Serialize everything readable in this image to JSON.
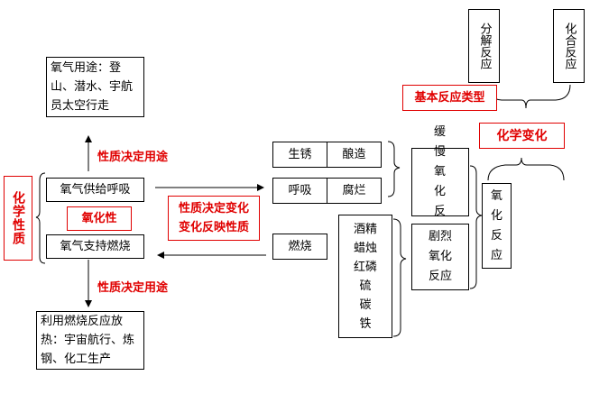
{
  "nodes": {
    "oxygen_use": "氧气用途：登山、潜水、宇航员太空行走",
    "supply_breath": "氧气供给呼吸",
    "support_burn": "氧气支持燃烧",
    "burn_heat": "利用燃烧反应放热：宇宙航行、炼钢、化工生产",
    "chem_prop": "化学性质",
    "oxidizing": "氧化性",
    "rust": "生锈",
    "brewing": "酿造",
    "breath": "呼吸",
    "rot": "腐烂",
    "burning": "燃烧",
    "fuels": [
      "酒精",
      "蜡烛",
      "红磷",
      "硫",
      "碳",
      "铁"
    ],
    "slow_ox": "缓慢氧化反应",
    "fast_ox": "剧烈氧化反应",
    "oxidation": "氧化反应",
    "chem_change": "化学变化",
    "basic_type": "基本反应类型",
    "decomp": "分解反应",
    "combine": "化合反应"
  },
  "labels": {
    "prop_use_top": "性质决定用途",
    "prop_use_bottom": "性质决定用途",
    "prop_change_1": "性质决定变化",
    "prop_change_2": "变化反映性质"
  }
}
